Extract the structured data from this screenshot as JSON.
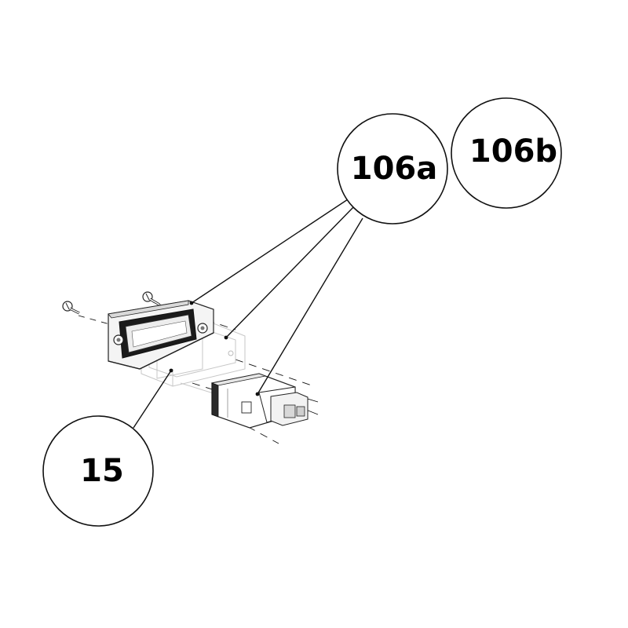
{
  "callouts": {
    "c106a": "106a",
    "c106b": "106b",
    "c15": "15"
  }
}
